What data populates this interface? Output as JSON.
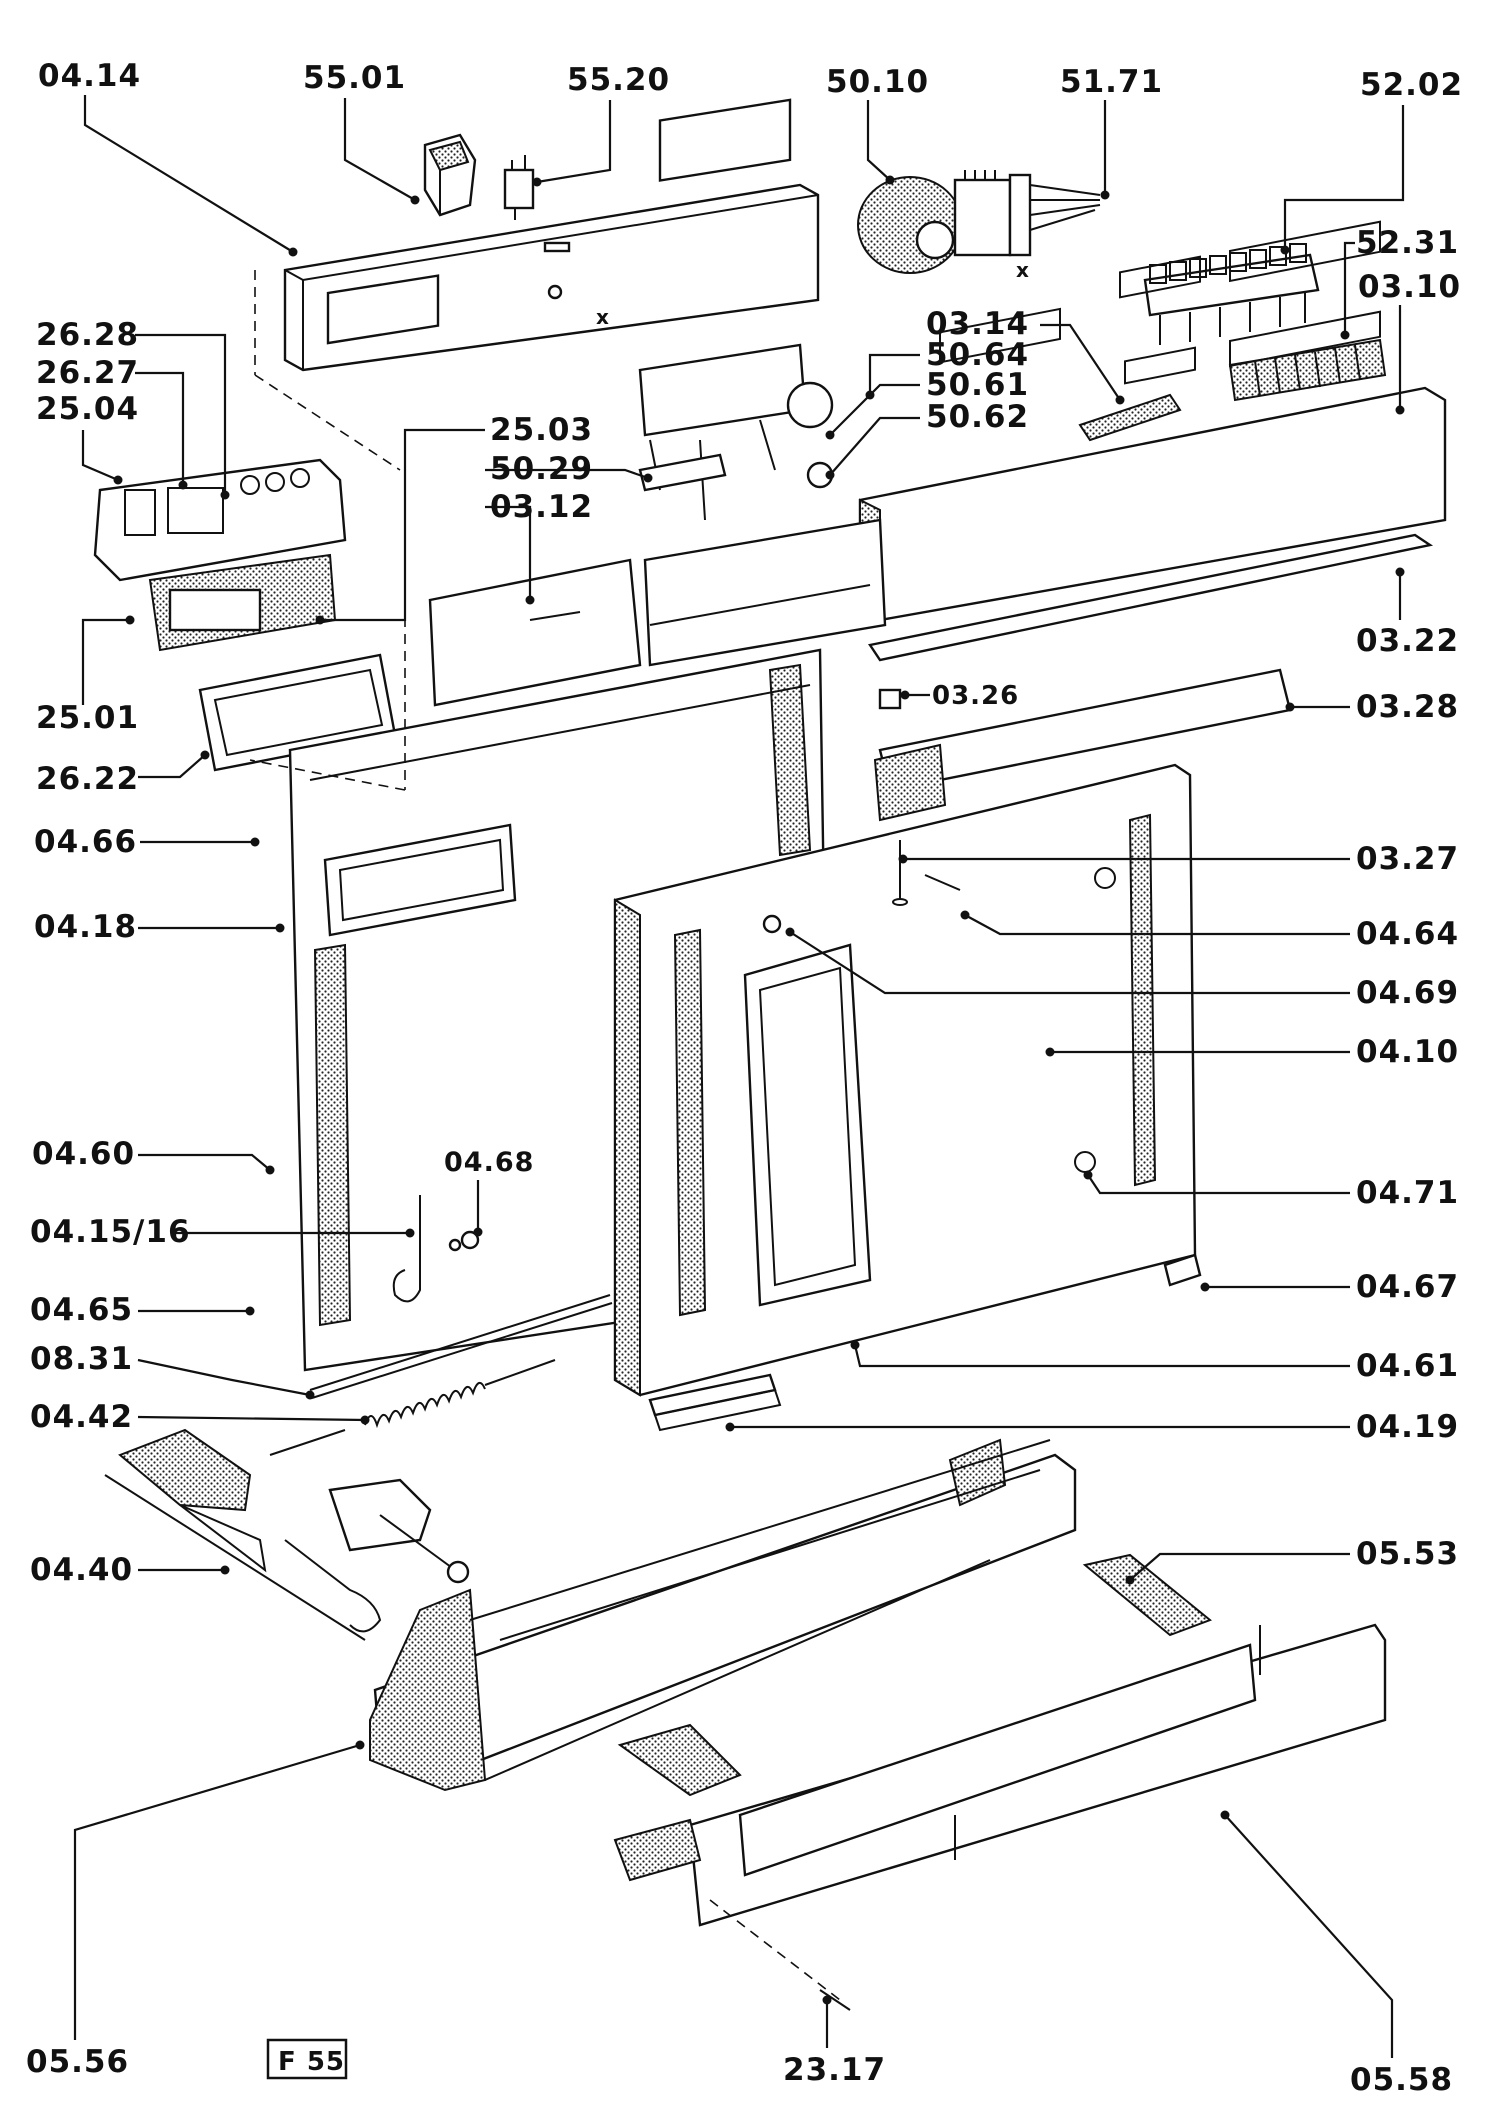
{
  "figure_code": "F 55",
  "labels": [
    {
      "id": "04.14",
      "text": "04.14"
    },
    {
      "id": "55.01",
      "text": "55.01"
    },
    {
      "id": "55.20",
      "text": "55.20"
    },
    {
      "id": "50.10",
      "text": "50.10"
    },
    {
      "id": "51.71",
      "text": "51.71"
    },
    {
      "id": "52.02",
      "text": "52.02"
    },
    {
      "id": "52.31",
      "text": "52.31"
    },
    {
      "id": "03.10",
      "text": "03.10"
    },
    {
      "id": "26.28",
      "text": "26.28"
    },
    {
      "id": "26.27",
      "text": "26.27"
    },
    {
      "id": "25.04",
      "text": "25.04"
    },
    {
      "id": "03.14",
      "text": "03.14"
    },
    {
      "id": "50.64",
      "text": "50.64"
    },
    {
      "id": "50.61",
      "text": "50.61"
    },
    {
      "id": "50.62",
      "text": "50.62"
    },
    {
      "id": "25.03",
      "text": "25.03"
    },
    {
      "id": "50.29",
      "text": "50.29"
    },
    {
      "id": "03.12",
      "text": "03.12"
    },
    {
      "id": "03.22",
      "text": "03.22"
    },
    {
      "id": "25.01",
      "text": "25.01"
    },
    {
      "id": "03.26",
      "text": "03.26"
    },
    {
      "id": "03.28",
      "text": "03.28"
    },
    {
      "id": "26.22",
      "text": "26.22"
    },
    {
      "id": "04.66",
      "text": "04.66"
    },
    {
      "id": "03.27",
      "text": "03.27"
    },
    {
      "id": "04.18",
      "text": "04.18"
    },
    {
      "id": "04.64",
      "text": "04.64"
    },
    {
      "id": "04.69",
      "text": "04.69"
    },
    {
      "id": "04.10",
      "text": "04.10"
    },
    {
      "id": "04.60",
      "text": "04.60"
    },
    {
      "id": "04.68",
      "text": "04.68"
    },
    {
      "id": "04.71",
      "text": "04.71"
    },
    {
      "id": "04.15/16",
      "text": "04.15/16"
    },
    {
      "id": "04.65",
      "text": "04.65"
    },
    {
      "id": "04.67",
      "text": "04.67"
    },
    {
      "id": "08.31",
      "text": "08.31"
    },
    {
      "id": "04.61",
      "text": "04.61"
    },
    {
      "id": "04.42",
      "text": "04.42"
    },
    {
      "id": "04.19",
      "text": "04.19"
    },
    {
      "id": "04.40",
      "text": "04.40"
    },
    {
      "id": "05.53",
      "text": "05.53"
    },
    {
      "id": "05.56",
      "text": "05.56"
    },
    {
      "id": "23.17",
      "text": "23.17"
    },
    {
      "id": "05.58",
      "text": "05.58"
    }
  ],
  "markers": {
    "x": "x"
  }
}
